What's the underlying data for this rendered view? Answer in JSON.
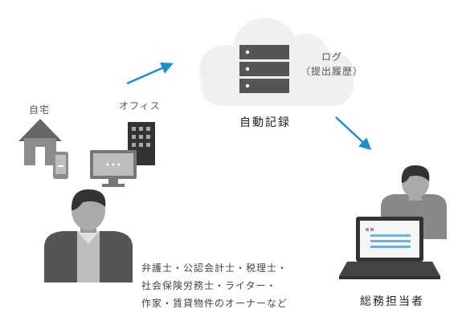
{
  "labels": {
    "home": "自宅",
    "office": "オフィス",
    "cloud_main": "自動記録",
    "log_line1": "ログ",
    "log_line2": "（提出履歴）",
    "admin": "総務担当者"
  },
  "user_description": [
    "弁護士・公認会計士・税理士・",
    "社会保険労務士・ライター・",
    "作家・賃貸物件のオーナーなど"
  ],
  "colors": {
    "arrow": "#1a8fd4",
    "icon_dark": "#666666",
    "icon_mid": "#8c8c8c",
    "icon_light": "#bdbdbd",
    "cloud": "#f0f0f0",
    "screen_stripe": "#6fb0e0"
  },
  "icons": [
    "house-icon",
    "smartphone-icon",
    "office-building-icon",
    "monitor-icon",
    "cloud-icon",
    "server-icon",
    "user-person-icon",
    "admin-person-icon",
    "laptop-icon",
    "arrow-icon"
  ]
}
